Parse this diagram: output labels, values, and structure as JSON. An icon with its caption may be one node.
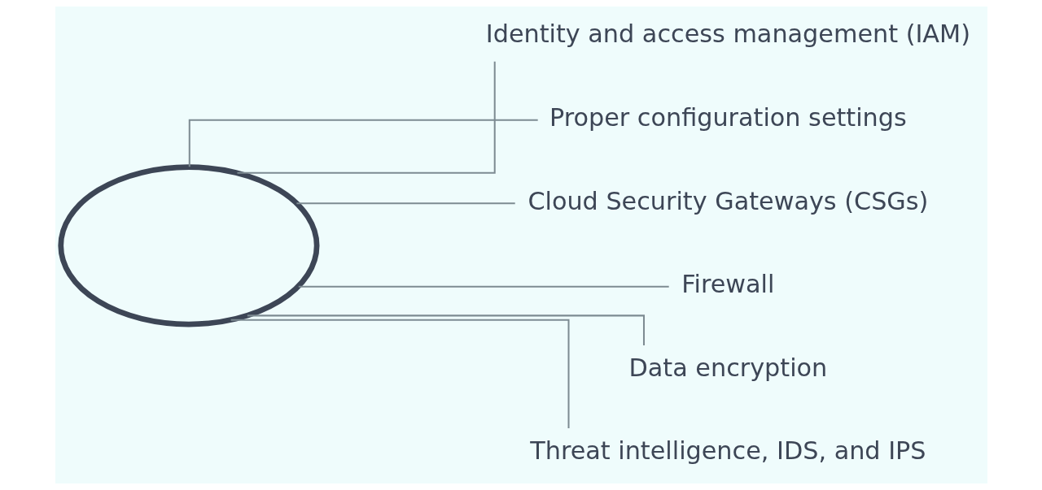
{
  "diagram": {
    "nodes": [
      {
        "text": [],
        "shape": "cloud"
      },
      {
        "text": [
          "Identity and access management (IAM)"
        ]
      },
      {
        "text": [
          "Proper configuration settings"
        ]
      },
      {
        "text": [
          "Cloud Security Gateways (CSGs)"
        ]
      },
      {
        "text": [
          "Firewall"
        ]
      },
      {
        "text": [
          "Data encryption"
        ]
      },
      {
        "text": [
          "Threat intelligence, IDS, and IPS"
        ]
      }
    ],
    "edges": [
      {
        "from": 0,
        "to": 1,
        "arrow": "none"
      },
      {
        "from": 0,
        "to": 2,
        "arrow": "none"
      },
      {
        "from": 0,
        "to": 3,
        "arrow": "none"
      },
      {
        "from": 0,
        "to": 4,
        "arrow": "none"
      },
      {
        "from": 0,
        "to": 5,
        "arrow": "none"
      },
      {
        "from": 0,
        "to": 6,
        "arrow": "none"
      }
    ]
  }
}
